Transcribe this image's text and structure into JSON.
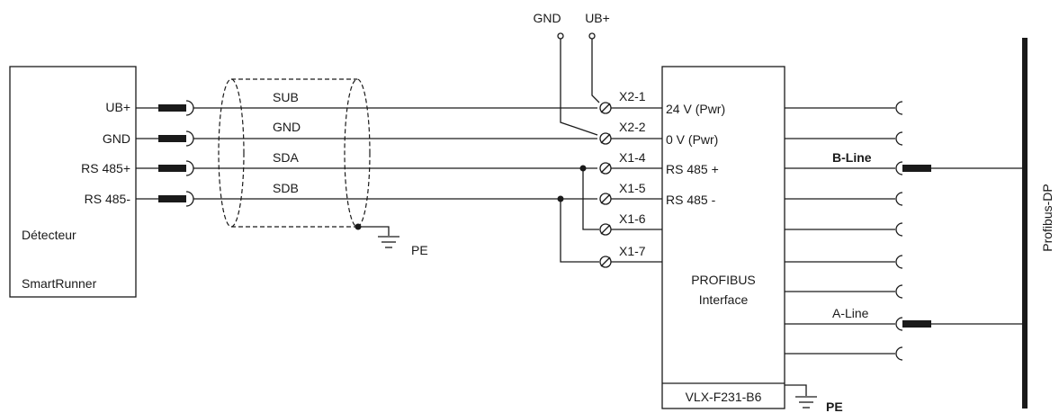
{
  "power": {
    "gnd_label": "GND",
    "ub_label": "UB+"
  },
  "detector": {
    "pins": [
      "UB+",
      "GND",
      "RS 485+",
      "RS 485-"
    ],
    "name_line1": "Détecteur",
    "name_line2": "SmartRunner"
  },
  "cable": {
    "wires": [
      "SUB",
      "GND",
      "SDA",
      "SDB"
    ],
    "pe_label": "PE"
  },
  "interface": {
    "terminals": [
      "X2-1",
      "X2-2",
      "X1-4",
      "X1-5",
      "X1-6",
      "X1-7"
    ],
    "signals": [
      "24 V (Pwr)",
      "0 V (Pwr)",
      "RS 485 +",
      "RS 485 -"
    ],
    "title_line1": "PROFIBUS",
    "title_line2": "Interface",
    "model": "VLX-F231-B6",
    "pe_label": "PE"
  },
  "bus": {
    "b_line": "B-Line",
    "a_line": "A-Line",
    "name": "Profibus-DP"
  }
}
